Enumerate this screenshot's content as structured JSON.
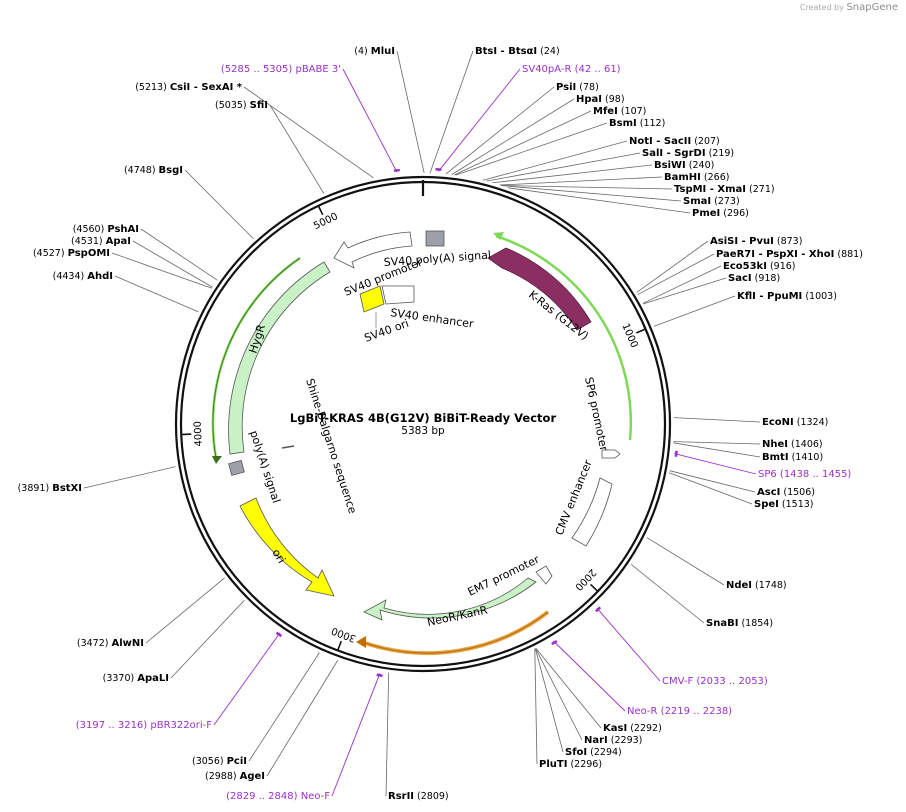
{
  "branding": {
    "created_by": "Created by",
    "product": "SnapGene"
  },
  "plasmid": {
    "name": "LgBiT-KRAS 4B(G12V) BiBiT-Ready Vector",
    "length": "5383 bp",
    "total_bp": 5383
  },
  "ticks": [
    {
      "bp": 1000,
      "label": "1000"
    },
    {
      "bp": 2000,
      "label": "2000"
    },
    {
      "bp": 3000,
      "label": "3000"
    },
    {
      "bp": 4000,
      "label": "4000"
    },
    {
      "bp": 5000,
      "label": "5000"
    }
  ],
  "sites": [
    {
      "name": "MluI",
      "pos": "(4)",
      "bp": 4
    },
    {
      "name": "BtsI",
      "name2": "BtsαI",
      "pos": "(24)",
      "bp": 24
    },
    {
      "name": "PsiI",
      "pos": "(78)",
      "bp": 78
    },
    {
      "name": "HpaI",
      "pos": "(98)",
      "bp": 98
    },
    {
      "name": "MfeI",
      "pos": "(107)",
      "bp": 107
    },
    {
      "name": "BsmI",
      "pos": "(112)",
      "bp": 112
    },
    {
      "name": "NotI",
      "name2": "SacII",
      "pos": "(207)",
      "bp": 207
    },
    {
      "name": "SalI",
      "name2": "SgrDI",
      "pos": "(219)",
      "bp": 219
    },
    {
      "name": "BsiWI",
      "pos": "(240)",
      "bp": 240
    },
    {
      "name": "BamHI",
      "pos": "(266)",
      "bp": 266
    },
    {
      "name": "TspMI",
      "name2": "XmaI",
      "pos": "(271)",
      "bp": 271
    },
    {
      "name": "SmaI",
      "pos": "(273)",
      "bp": 273
    },
    {
      "name": "PmeI",
      "pos": "(296)",
      "bp": 296
    },
    {
      "name": "AsiSI",
      "name2": "PvuI",
      "pos": "(873)",
      "bp": 873
    },
    {
      "name": "PaeR7I",
      "name2": "PspXI",
      "name3": "XhoI",
      "pos": "(881)",
      "bp": 881
    },
    {
      "name": "Eco53kI",
      "pos": "(916)",
      "bp": 916
    },
    {
      "name": "SacI",
      "pos": "(918)",
      "bp": 918
    },
    {
      "name": "KflI",
      "name2": "PpuMI",
      "pos": "(1003)",
      "bp": 1003
    },
    {
      "name": "EcoNI",
      "pos": "(1324)",
      "bp": 1324
    },
    {
      "name": "NheI",
      "pos": "(1406)",
      "bp": 1406
    },
    {
      "name": "BmtI",
      "pos": "(1410)",
      "bp": 1410
    },
    {
      "name": "AscI",
      "pos": "(1506)",
      "bp": 1506
    },
    {
      "name": "SpeI",
      "pos": "(1513)",
      "bp": 1513
    },
    {
      "name": "NdeI",
      "pos": "(1748)",
      "bp": 1748
    },
    {
      "name": "SnaBI",
      "pos": "(1854)",
      "bp": 1854
    },
    {
      "name": "KasI",
      "pos": "(2292)",
      "bp": 2292
    },
    {
      "name": "NarI",
      "pos": "(2293)",
      "bp": 2293
    },
    {
      "name": "SfoI",
      "pos": "(2294)",
      "bp": 2294
    },
    {
      "name": "PluTI",
      "pos": "(2296)",
      "bp": 2296
    },
    {
      "name": "RsrII",
      "pos": "(2809)",
      "bp": 2809
    },
    {
      "name": "AgeI",
      "pos": "(2988)",
      "bp": 2988
    },
    {
      "name": "PciI",
      "pos": "(3056)",
      "bp": 3056
    },
    {
      "name": "ApaLI",
      "pos": "(3370)",
      "bp": 3370
    },
    {
      "name": "AlwNI",
      "pos": "(3472)",
      "bp": 3472
    },
    {
      "name": "BstXI",
      "pos": "(3891)",
      "bp": 3891
    },
    {
      "name": "AhdI",
      "pos": "(4434)",
      "bp": 4434
    },
    {
      "name": "PspOMI",
      "pos": "(4527)",
      "bp": 4527
    },
    {
      "name": "ApaI",
      "pos": "(4531)",
      "bp": 4531
    },
    {
      "name": "PshAI",
      "pos": "(4560)",
      "bp": 4560
    },
    {
      "name": "BsgI",
      "pos": "(4748)",
      "bp": 4748
    },
    {
      "name": "SfiI",
      "pos": "(5035)",
      "bp": 5035
    },
    {
      "name": "CsiI",
      "name2": "SexAI *",
      "pos": "(5213)",
      "bp": 5213
    }
  ],
  "primers": [
    {
      "name": "SV40pA-R",
      "pos": "(42 .. 61)",
      "bp": 52
    },
    {
      "name": "SP6",
      "pos": "(1438 .. 1455)",
      "bp": 1446
    },
    {
      "name": "CMV-F",
      "pos": "(2033 .. 2053)",
      "bp": 2043
    },
    {
      "name": "Neo-R",
      "pos": "(2219 .. 2238)",
      "bp": 2228
    },
    {
      "name": "Neo-F",
      "pos": "(2829 .. 2848)",
      "bp": 2838
    },
    {
      "name": "pBR322ori-F",
      "pos": "(3197 .. 3216)",
      "bp": 3206
    },
    {
      "name": "pBABE 3'",
      "pos": "(5285 .. 5305)",
      "bp": 5295
    }
  ],
  "features": [
    {
      "name": "K-Ras (G12V)",
      "color": "#8b2f62"
    },
    {
      "name": "SP6 promoter",
      "color": "#ffffff"
    },
    {
      "name": "CMV enhancer",
      "color": "#ffffff"
    },
    {
      "name": "EM7 promoter",
      "color": "#ffffff"
    },
    {
      "name": "NeoR/KanR",
      "color": "#c9f2c6"
    },
    {
      "name": "ori",
      "color": "#ffff00"
    },
    {
      "name": "poly(A) signal",
      "color": "#9da0a8"
    },
    {
      "name": "Shine-Dalgarno sequence",
      "color": "#555555"
    },
    {
      "name": "HygR",
      "color": "#c9f2c6"
    },
    {
      "name": "SV40 promoter",
      "color": "#ffffff"
    },
    {
      "name": "SV40 ori",
      "color": "#ffff00"
    },
    {
      "name": "SV40 enhancer",
      "color": "#ffffff"
    },
    {
      "name": "SV40 poly(A) signal",
      "color": "#9da0a8"
    }
  ],
  "colors": {
    "backbone": "#111111",
    "primer": "#9b30c8",
    "orf_outline": "#7ed957",
    "kras_outline": "#e3a64a"
  }
}
